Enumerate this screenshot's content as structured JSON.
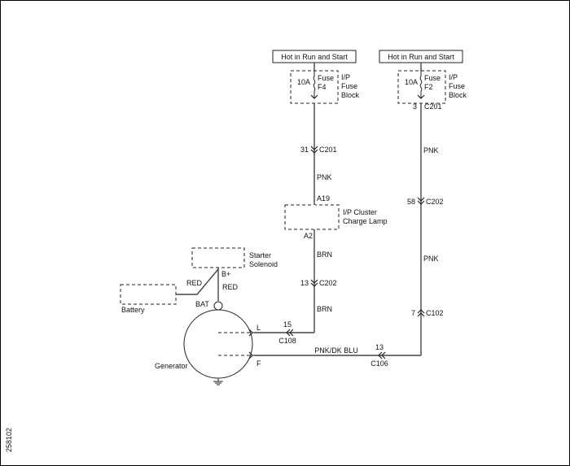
{
  "diagram": {
    "power_label_left": "Hot in Run and Start",
    "power_label_right": "Hot in Run and Start",
    "fuse_left": {
      "rating": "10A",
      "line1": "Fuse",
      "line2": "F4"
    },
    "fuse_right": {
      "rating": "10A",
      "line1": "Fuse",
      "line2": "F2"
    },
    "fuse_block_left": [
      "I/P",
      "Fuse",
      "Block"
    ],
    "fuse_block_right": [
      "I/P",
      "Fuse",
      "Block"
    ],
    "left_c201": {
      "pin": "31",
      "connector": "C201"
    },
    "right_c201": {
      "pin": "3",
      "connector": "C201"
    },
    "wire_pnk_1": "PNK",
    "wire_pnk_2": "PNK",
    "wire_pnk_3": "PNK",
    "cluster": {
      "pin_in": "A19",
      "pin_out": "A2",
      "line1": "I/P Cluster",
      "line2": "Charge Lamp"
    },
    "wire_brn_1": "BRN",
    "wire_brn_2": "BRN",
    "left_c202": {
      "pin": "13",
      "connector": "C202"
    },
    "right_c202": {
      "pin": "58",
      "connector": "C202"
    },
    "c102": {
      "pin": "7",
      "connector": "C102"
    },
    "starter": {
      "line1": "Starter",
      "line2": "Solenoid",
      "terminal": "B+"
    },
    "wire_red_1": "RED",
    "wire_red_2": "RED",
    "battery": "Battery",
    "bat_label": "BAT",
    "generator": "Generator",
    "gen_term_l": "L",
    "gen_term_f": "F",
    "c108": {
      "pin": "15",
      "connector": "C108"
    },
    "c106": {
      "pin": "13",
      "connector": "C106"
    },
    "wire_pnk_dkblu": "PNK/DK BLU",
    "figure_id": "258102"
  }
}
